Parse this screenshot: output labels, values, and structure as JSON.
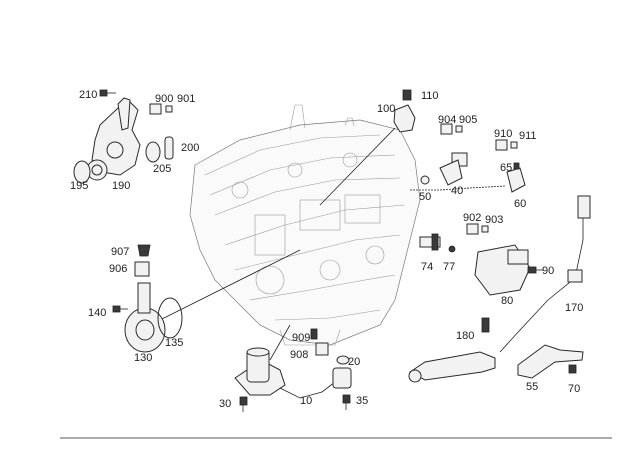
{
  "diagram": {
    "callouts": {
      "c210": "210",
      "c900": "900",
      "c901": "901",
      "c200": "200",
      "c205": "205",
      "c195": "195",
      "c190": "190",
      "c110": "110",
      "c100": "100",
      "c904": "904",
      "c905": "905",
      "c910": "910",
      "c911": "911",
      "c65": "65",
      "c40": "40",
      "c50": "50",
      "c60": "60",
      "c902": "902",
      "c903": "903",
      "c74": "74",
      "c77": "77",
      "c907": "907",
      "c906": "906",
      "c140": "140",
      "c130": "130",
      "c135": "135",
      "c909": "909",
      "c908": "908",
      "c20": "20",
      "c90": "90",
      "c80": "80",
      "c170": "170",
      "c180": "180",
      "c55": "55",
      "c70": "70",
      "c30": "30",
      "c10": "10",
      "c35": "35"
    }
  }
}
